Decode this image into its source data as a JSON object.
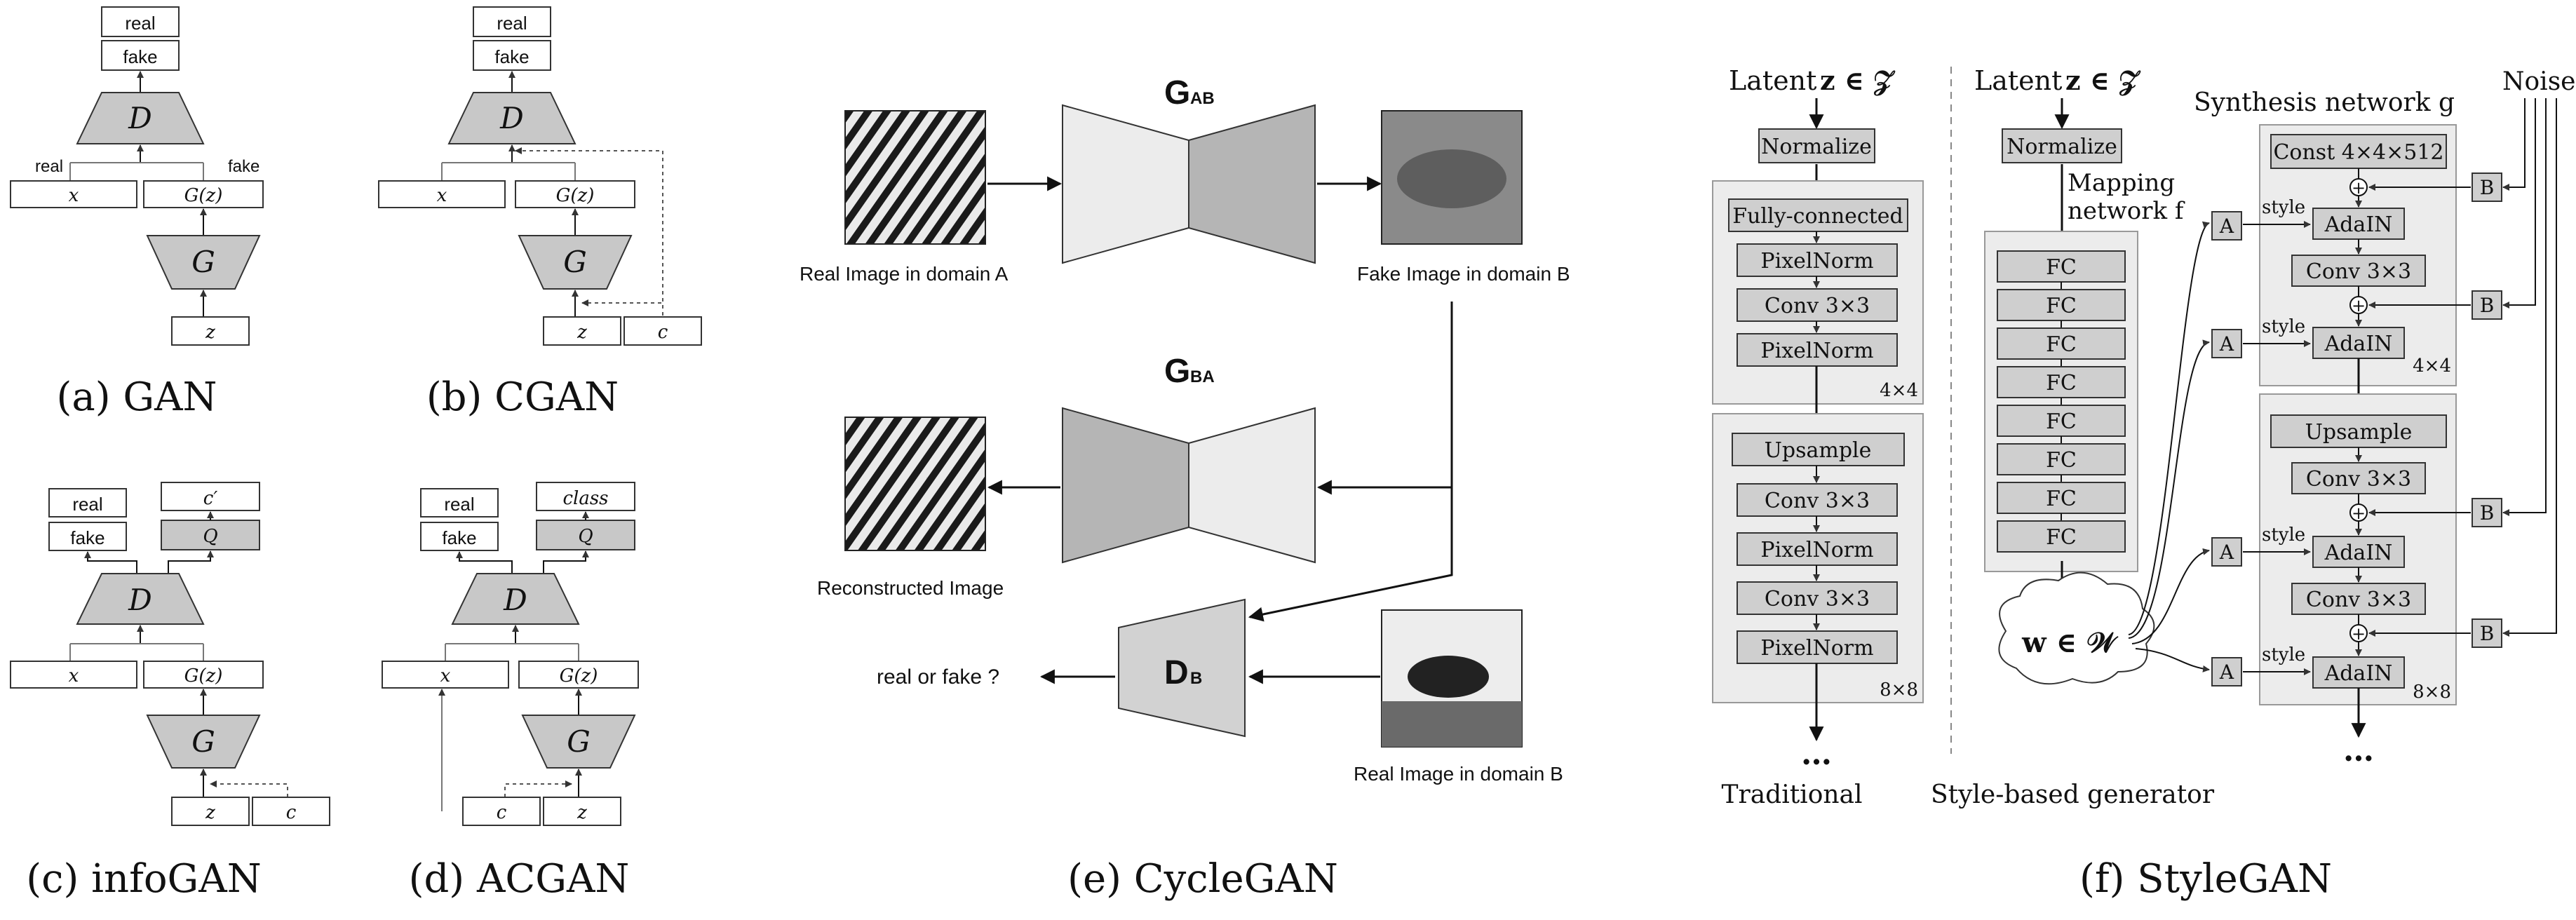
{
  "panels": {
    "gan": {
      "caption": "(a) GAN",
      "out_real": "real",
      "out_fake": "fake",
      "disc": "D",
      "gen": "G",
      "in_x": "x",
      "in_gz": "G(z)",
      "in_z": "z",
      "arrow_real": "real",
      "arrow_fake": "fake"
    },
    "cgan": {
      "caption": "(b) CGAN",
      "out_real": "real",
      "out_fake": "fake",
      "disc": "D",
      "gen": "G",
      "in_x": "x",
      "in_gz": "G(z)",
      "in_z": "z",
      "in_c": "c"
    },
    "infogan": {
      "caption": "(c) infoGAN",
      "out_real": "real",
      "out_fake": "fake",
      "out_c": "c′",
      "q": "Q",
      "disc": "D",
      "gen": "G",
      "in_x": "x",
      "in_gz": "G(z)",
      "in_z": "z",
      "in_c": "c"
    },
    "acgan": {
      "caption": "(d) ACGAN",
      "out_real": "real",
      "out_fake": "fake",
      "out_class": "class",
      "q": "Q",
      "disc": "D",
      "gen": "G",
      "in_x": "x",
      "in_gz": "G(z)",
      "in_c": "c",
      "in_z": "z"
    },
    "cyclegan": {
      "caption": "(e) CycleGAN",
      "g_ab": "G",
      "g_ab_sub": "AB",
      "g_ba": "G",
      "g_ba_sub": "BA",
      "d_b": "D",
      "d_b_sub": "B",
      "real_a": "Real Image in domain A",
      "fake_b": "Fake Image in domain B",
      "reconstructed": "Reconstructed Image",
      "real_b": "Real Image in domain B",
      "real_or_fake": "real or fake ?"
    },
    "stylegan": {
      "caption": "(f) StyleGAN",
      "trad": {
        "latent": "Latent",
        "z_expr": "z ∈ 𝒵",
        "normalize": "Normalize",
        "fc": "Fully-connected",
        "pixelnorm1": "PixelNorm",
        "conv1": "Conv 3×3",
        "pixelnorm2": "PixelNorm",
        "res1": "4×4",
        "upsample": "Upsample",
        "conv2": "Conv 3×3",
        "pixelnorm3": "PixelNorm",
        "conv3": "Conv 3×3",
        "pixelnorm4": "PixelNorm",
        "res2": "8×8",
        "dots": "…",
        "label": "Traditional"
      },
      "style": {
        "latent": "Latent",
        "z_expr": "z ∈ 𝒵",
        "normalize": "Normalize",
        "mapping1": "Mapping",
        "mapping2": "network f",
        "fc": [
          "FC",
          "FC",
          "FC",
          "FC",
          "FC",
          "FC",
          "FC",
          "FC"
        ],
        "w_expr": "w ∈ 𝒲",
        "synthesis": "Synthesis network g",
        "noise": "Noise",
        "const": "Const 4×4×512",
        "adain": "AdaIN",
        "conv": "Conv 3×3",
        "upsample": "Upsample",
        "a": "A",
        "b": "B",
        "style_word": "style",
        "plus": "+",
        "res1": "4×4",
        "res2": "8×8",
        "dots": "…",
        "label": "Style-based generator"
      }
    }
  }
}
